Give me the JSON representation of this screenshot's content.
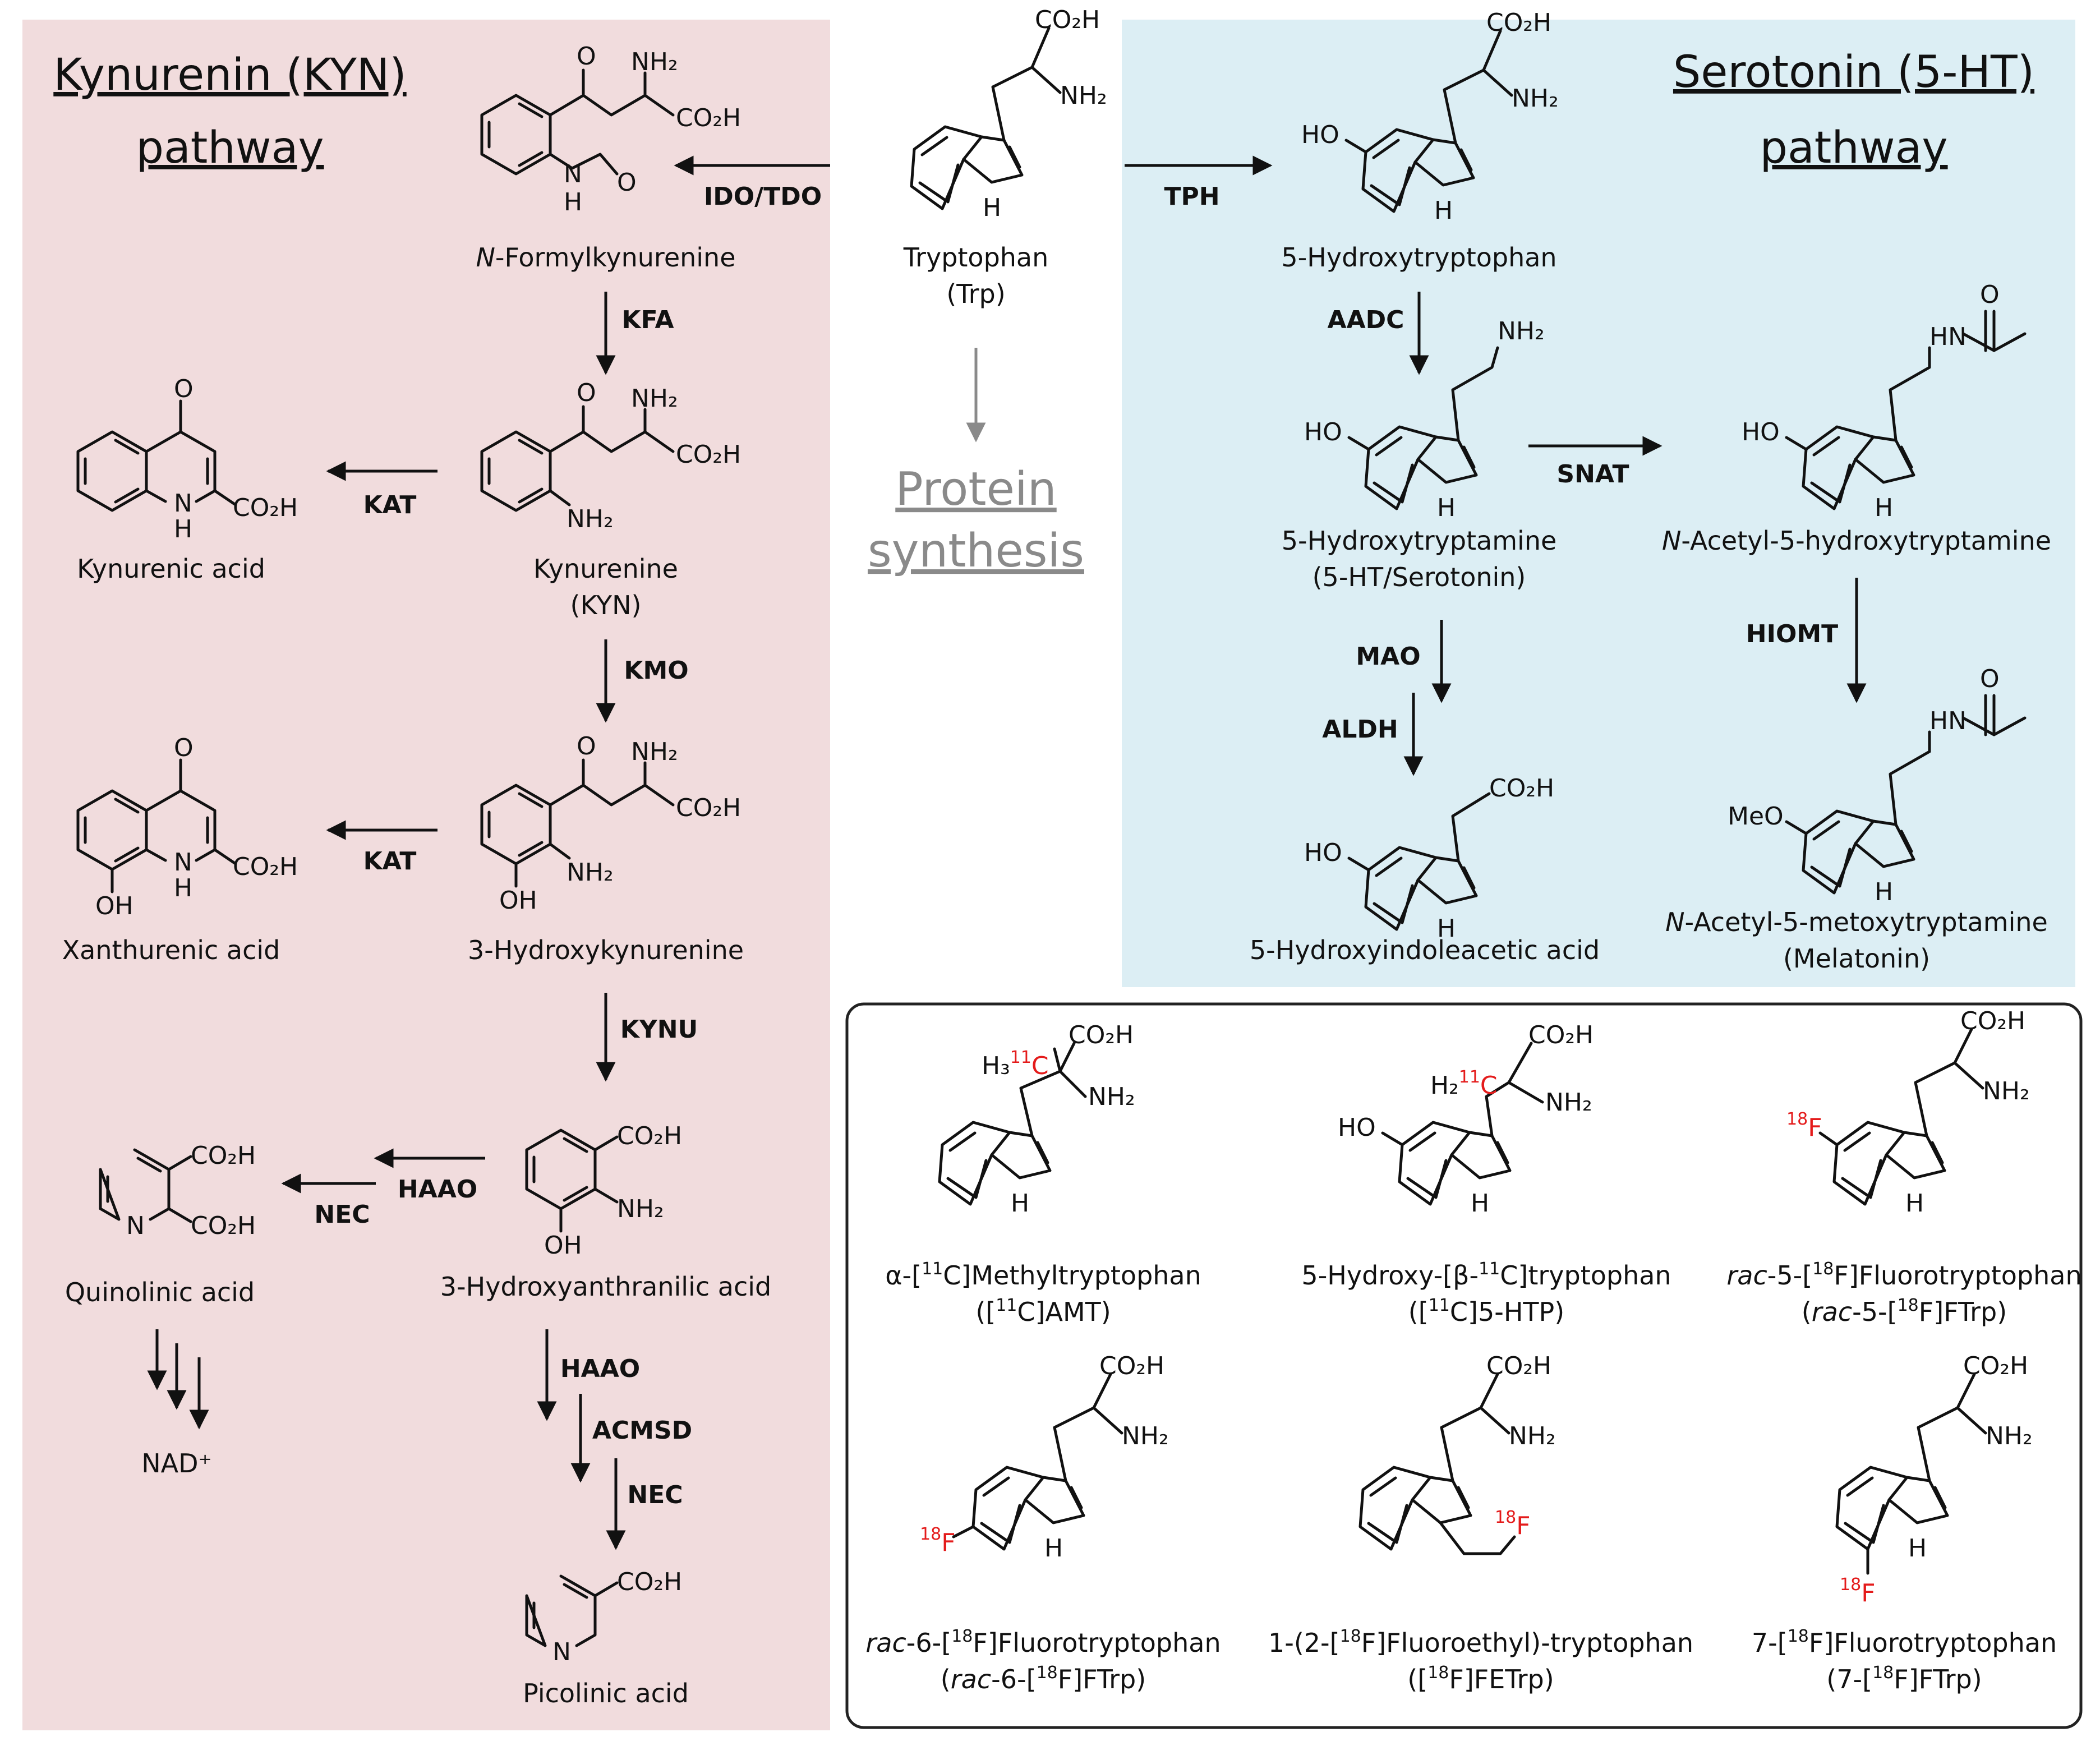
{
  "colors": {
    "kyn_panel": "#f1dcdd",
    "ser_panel": "#dceef4",
    "box_border": "#222222",
    "label_red": "#e41b1b",
    "gray": "#8a8a8a"
  },
  "headers": {
    "kyn_line1": "Kynurenin (KYN)",
    "kyn_line2": "pathway",
    "ser_line1": "Serotonin (5-HT)",
    "ser_line2": "pathway",
    "protein_line1": "Protein",
    "protein_line2": "synthesis"
  },
  "compounds": {
    "trp": {
      "name": "Tryptophan",
      "abbr": "(Trp)"
    },
    "nfk": {
      "prefix": "N",
      "name": "-Formylkynurenine"
    },
    "kyn": {
      "name": "Kynurenine",
      "abbr": "(KYN)"
    },
    "kyna": {
      "name": "Kynurenic acid"
    },
    "hk": {
      "name": "3-Hydroxykynurenine"
    },
    "xa": {
      "name": "Xanthurenic acid"
    },
    "haa": {
      "name": "3-Hydroxyanthranilic acid"
    },
    "quin": {
      "name": "Quinolinic acid"
    },
    "nad": {
      "name": "NAD⁺"
    },
    "pic": {
      "name": "Picolinic acid"
    },
    "htp": {
      "name": "5-Hydroxytryptophan"
    },
    "ht": {
      "name": "5-Hydroxytryptamine",
      "abbr": "(5-HT/Serotonin)"
    },
    "nas": {
      "prefix": "N",
      "name": "-Acetyl-5-hydroxytryptamine"
    },
    "hiaa": {
      "name": "5-Hydroxyindoleacetic acid"
    },
    "mel": {
      "prefix": "N",
      "name": "-Acetyl-5-metoxytryptamine",
      "abbr": "(Melatonin)"
    }
  },
  "enzymes": {
    "ido_tdo": "IDO/TDO",
    "kfa": "KFA",
    "kat1": "KAT",
    "kmo": "KMO",
    "kat2": "KAT",
    "kynu": "KYNU",
    "haao1": "HAAO",
    "nec1": "NEC",
    "haao2": "HAAO",
    "acmsd": "ACMSD",
    "nec2": "NEC",
    "tph": "TPH",
    "aadc": "AADC",
    "snat": "SNAT",
    "mao": "MAO",
    "aldh": "ALDH",
    "hiomt": "HIOMT"
  },
  "tracers": [
    {
      "pre": "α-[",
      "sup": "11",
      "post": "C]Methyltryptophan",
      "abbr_pre": "([",
      "abbr_sup": "11",
      "abbr_post": "C]AMT)"
    },
    {
      "pre": "5-Hydroxy-[β-",
      "sup": "11",
      "post": "C]tryptophan",
      "abbr_pre": "([",
      "abbr_sup": "11",
      "abbr_post": "C]5-HTP)"
    },
    {
      "ital": "rac",
      "pre": "-5-[",
      "sup": "18",
      "post": "F]Fluorotryptophan",
      "abbr_open": "(",
      "abbr_ital": "rac",
      "abbr_pre": "-5-[",
      "abbr_sup": "18",
      "abbr_post": "F]FTrp)"
    },
    {
      "ital": "rac",
      "pre": "-6-[",
      "sup": "18",
      "post": "F]Fluorotryptophan",
      "abbr_open": "(",
      "abbr_ital": "rac",
      "abbr_pre": "-6-[",
      "abbr_sup": "18",
      "abbr_post": "F]FTrp)"
    },
    {
      "pre": "1-(2-[",
      "sup": "18",
      "post": "F]Fluoroethyl)-tryptophan",
      "abbr_pre": "([",
      "abbr_sup": "18",
      "abbr_post": "F]FETrp)"
    },
    {
      "pre": "7-[",
      "sup": "18",
      "post": "F]Fluorotryptophan",
      "abbr_pre": "(7-[",
      "abbr_sup": "18",
      "abbr_post": "F]FTrp)"
    }
  ],
  "atoms": {
    "co2h": "CO₂H",
    "nh2": "NH₂",
    "h": "H",
    "n": "N",
    "o": "O",
    "oh": "OH",
    "ho": "HO",
    "meo": "MeO",
    "hn": "HN",
    "h3": "H₃",
    "h2": "H₂",
    "c": "C",
    "f": "F",
    "iso11": "11",
    "iso18": "18"
  }
}
